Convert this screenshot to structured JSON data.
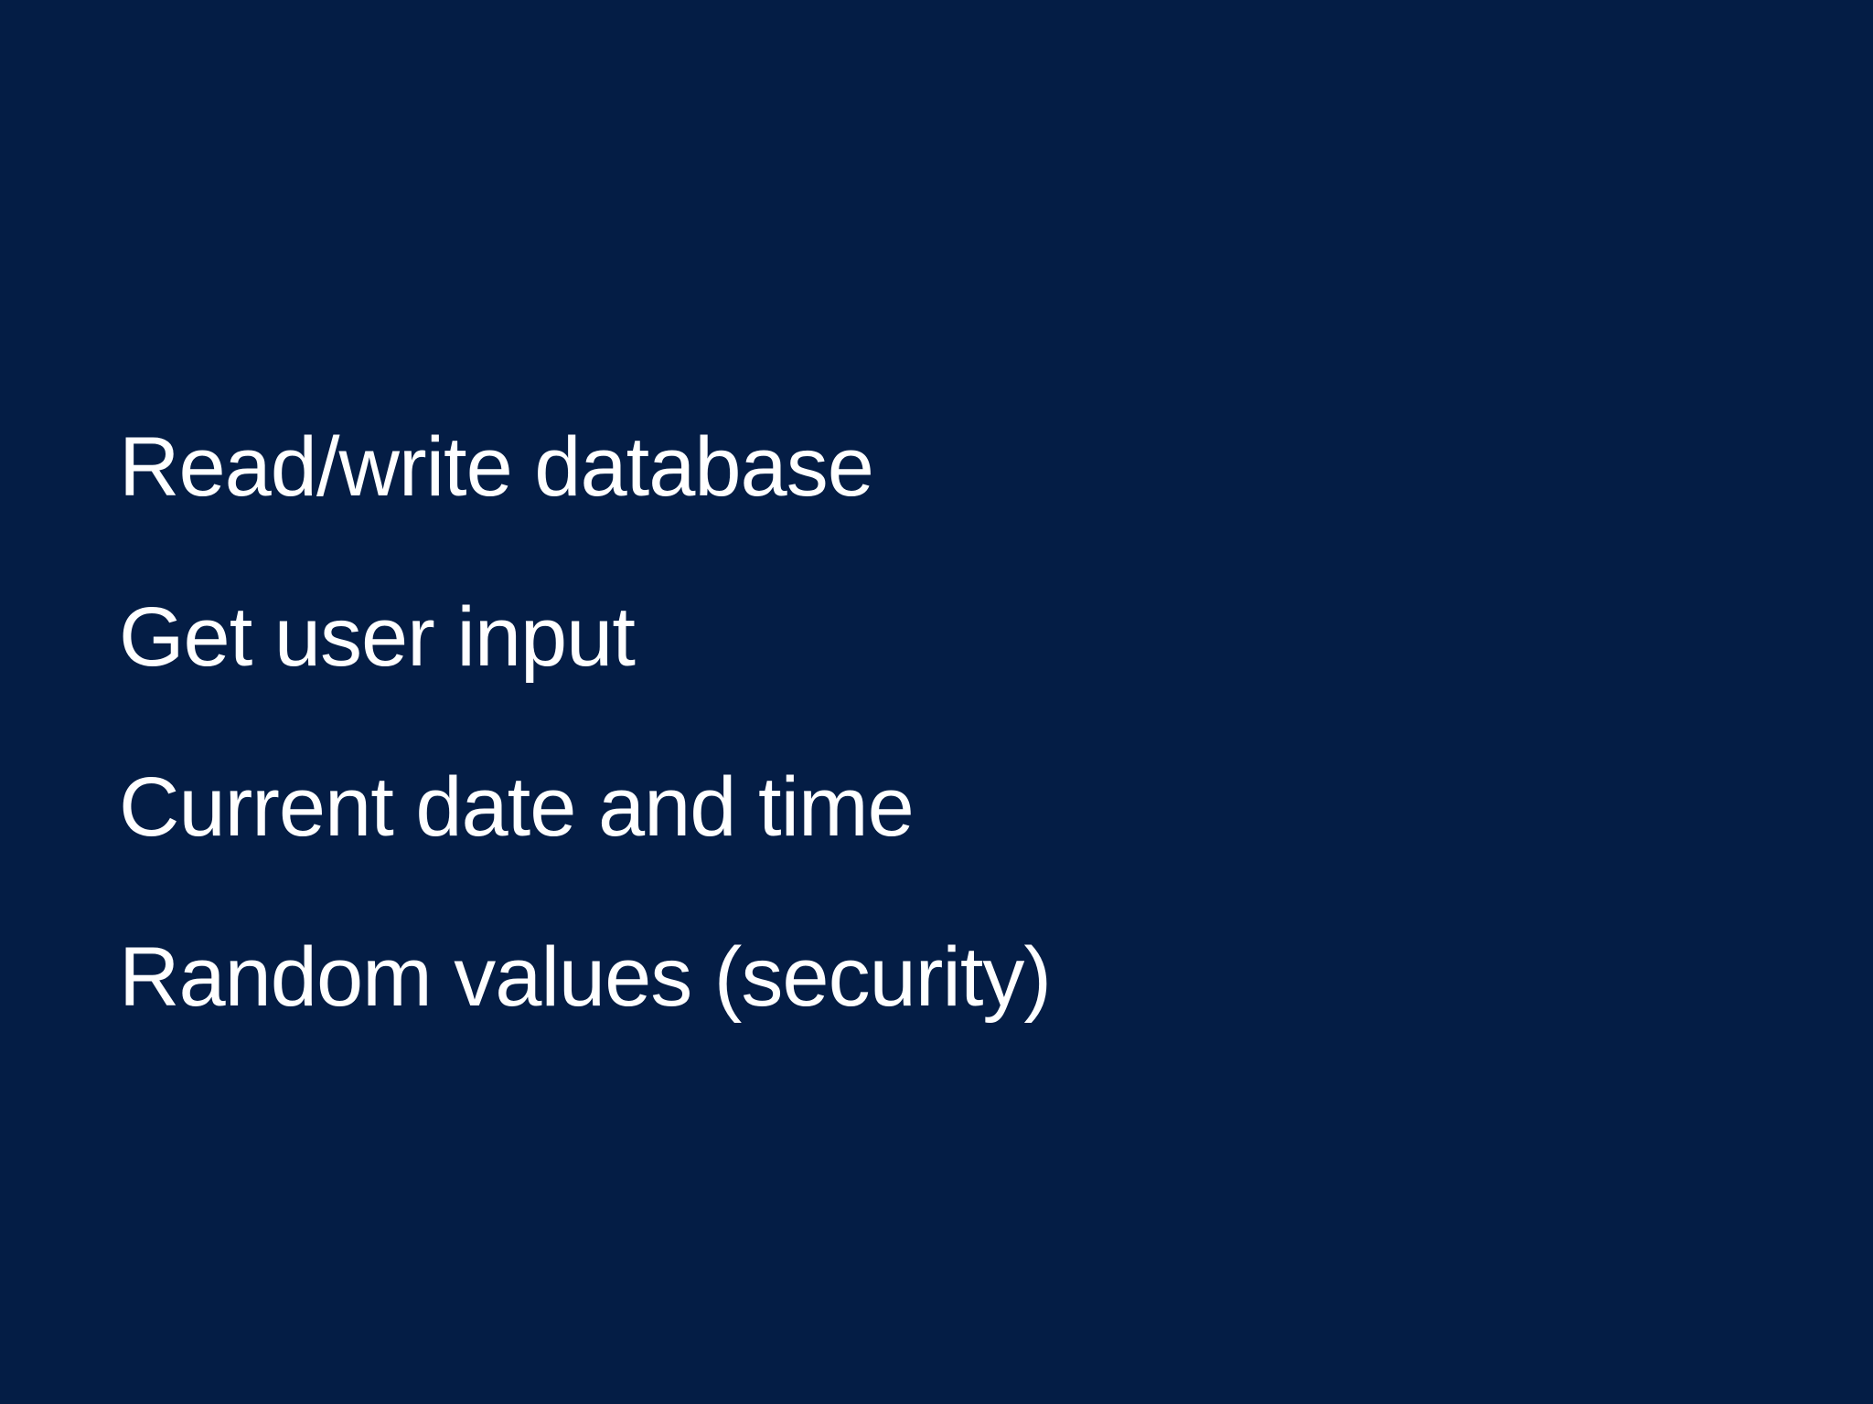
{
  "slide": {
    "background_color": "#041d45",
    "text_color": "#ffffff",
    "items": [
      {
        "label": "Read/write database"
      },
      {
        "label": "Get user input"
      },
      {
        "label": "Current date and time"
      },
      {
        "label": "Random values (security)"
      }
    ]
  }
}
